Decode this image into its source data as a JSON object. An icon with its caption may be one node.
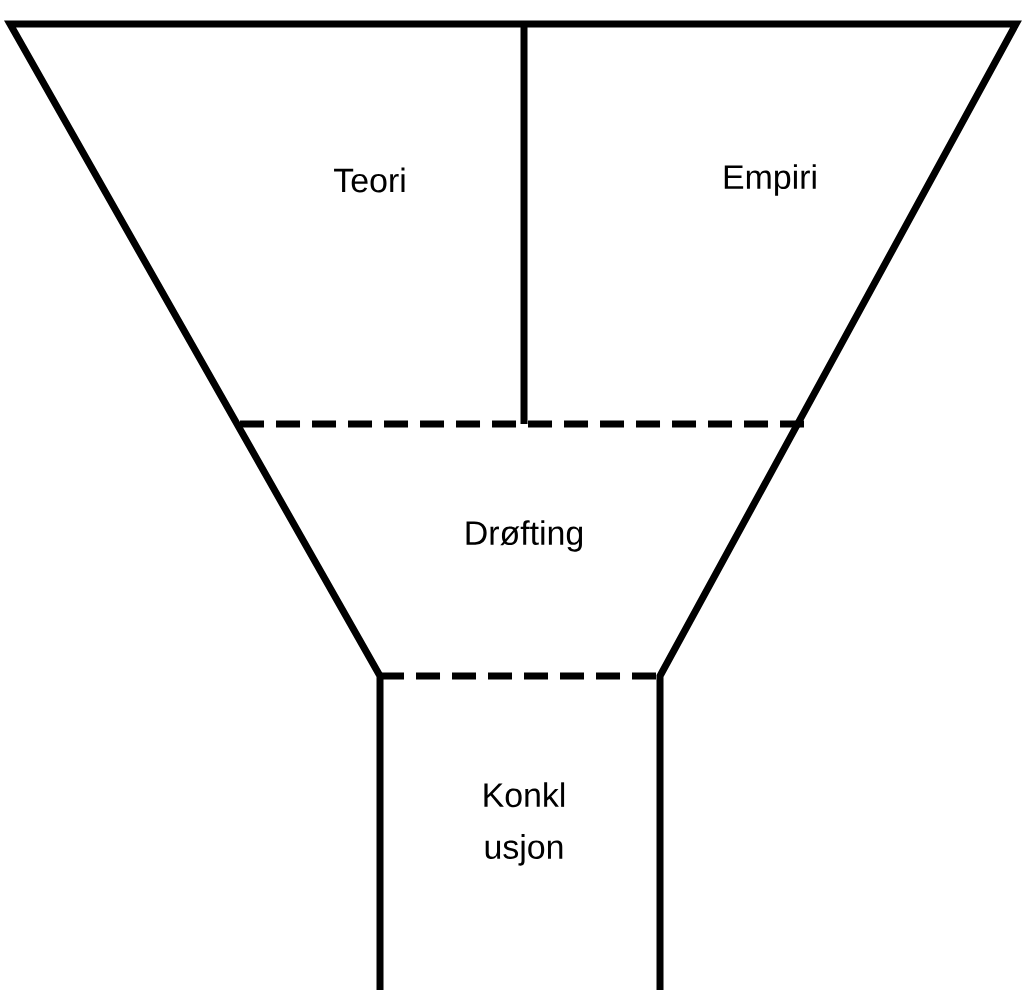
{
  "diagram": {
    "nodes": [
      {
        "text": [
          "Teori"
        ]
      },
      {
        "text": [
          "Empiri"
        ]
      },
      {
        "text": [
          "Drøfting"
        ]
      },
      {
        "text": [
          "Konkl usjon"
        ]
      }
    ]
  }
}
